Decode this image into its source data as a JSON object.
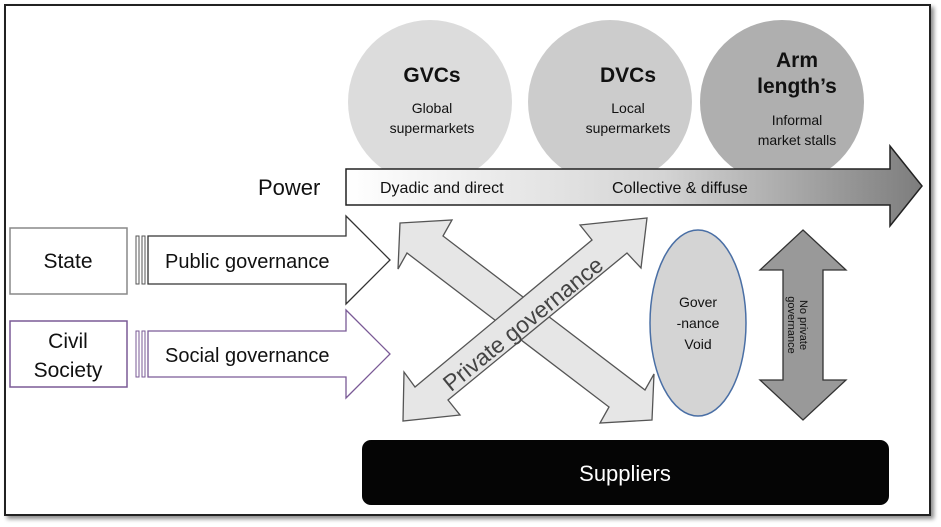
{
  "circles": [
    {
      "title": "GVCs",
      "subtitle_line1": "Global",
      "subtitle_line2": "supermarkets"
    },
    {
      "title": "DVCs",
      "subtitle_line1": "Local",
      "subtitle_line2": "supermarkets"
    },
    {
      "title_line1": "Arm",
      "title_line2": "length’s",
      "subtitle_line1": "Informal",
      "subtitle_line2": "market stalls"
    }
  ],
  "power": {
    "label": "Power",
    "left_text": "Dyadic and direct",
    "right_text": "Collective & diffuse"
  },
  "actors": {
    "state": "State",
    "civil_society_line1": "Civil",
    "civil_society_line2": "Society"
  },
  "governance": {
    "public": "Public governance",
    "social": "Social governance",
    "private": "Private governance",
    "void_line1": "Gover",
    "void_line2": "-nance",
    "void_line3": "Void",
    "no_private_line1": "No private",
    "no_private_line2": "governance"
  },
  "suppliers": "Suppliers",
  "colors": {
    "civil_society_border": "#7a5a96",
    "void_border": "#4a6fa5",
    "suppliers_fill": "#050505",
    "circle_light": "#d9d9d9",
    "circle_mid": "#c4c4c4",
    "circle_dark": "#a9a9a9"
  }
}
